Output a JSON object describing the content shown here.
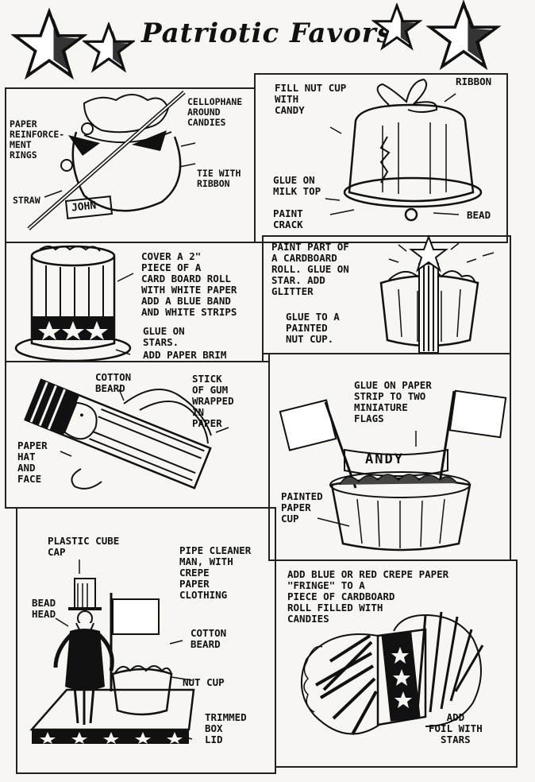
{
  "header": {
    "title": "Patriotic Favors"
  },
  "panels": {
    "p1": {
      "cellophane": "CELLOPHANE\nAROUND\nCANDIES",
      "rings": "PAPER\nREINFORCE-\nMENT\nRINGS",
      "tie": "TIE WITH\nRIBBON",
      "straw": "STRAW",
      "tag": "JOHN"
    },
    "p2": {
      "fill": "FILL NUT CUP\nWITH\nCANDY",
      "ribbon": "RIBBON",
      "glue": "GLUE ON\nMILK TOP",
      "paint": "PAINT\nCRACK",
      "bead": "BEAD"
    },
    "p3": {
      "cover": "COVER A 2\"\nPIECE OF A\nCARD BOARD ROLL\nWITH WHITE PAPER\nADD A BLUE BAND\nAND WHITE STRIPS",
      "stars": "GLUE ON\nSTARS.",
      "brim": "ADD PAPER BRIM"
    },
    "p4": {
      "paint": "PAINT PART OF\nA CARDBOARD\nROLL. GLUE ON\nSTAR. ADD\nGLITTER",
      "glue": "GLUE TO A\nPAINTED\nNUT CUP."
    },
    "p5": {
      "beard": "COTTON\nBEARD",
      "gum": "STICK\nOF GUM\nWRAPPED\nIN\nPAPER",
      "hat": "PAPER\nHAT\nAND\nFACE"
    },
    "p6": {
      "strip": "GLUE ON PAPER\nSTRIP TO TWO\nMINIATURE\nFLAGS",
      "cup": "PAINTED\nPAPER\nCUP",
      "tag": "ANDY"
    },
    "p7": {
      "cube": "PLASTIC CUBE\nCAP",
      "pipe": "PIPE CLEANER\nMAN, WITH\nCREPE\nPAPER\nCLOTHING",
      "bead": "BEAD\nHEAD",
      "beard": "COTTON\nBEARD",
      "nut": "NUT CUP",
      "lid": "TRIMMED\nBOX\nLID"
    },
    "p8": {
      "text": "ADD BLUE OR RED CREPE PAPER\n\"FRINGE\" TO A\nPIECE OF CARDBOARD\nROLL FILLED WITH\nCANDIES",
      "foil": "ADD\nFOIL WITH\nSTARS"
    }
  },
  "colors": {
    "ink": "#111111",
    "paper": "#f7f6f2"
  }
}
